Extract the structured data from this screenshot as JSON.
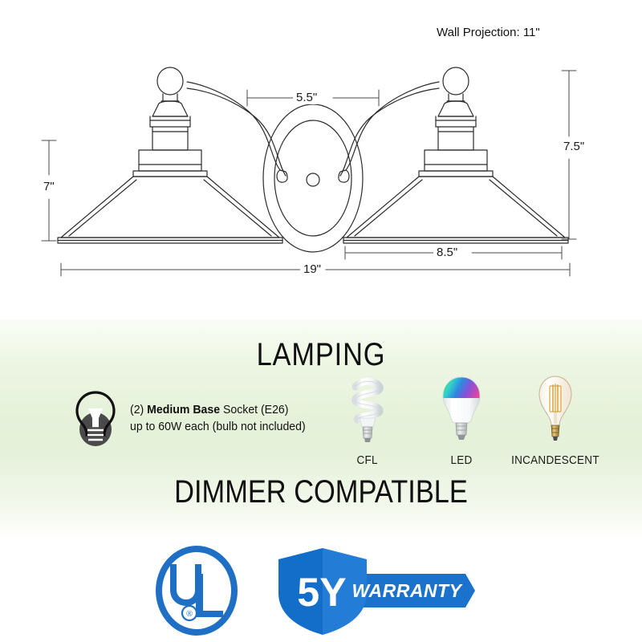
{
  "dimensions": {
    "wall_projection": "Wall Projection: 11\"",
    "labels": {
      "center_span": "5.5\"",
      "shade_height": "7\"",
      "fixture_height": "7.5\"",
      "shade_width": "8.5\"",
      "total_width": "19\""
    }
  },
  "lamping": {
    "title": "LAMPING",
    "dimmer_title": "DIMMER COMPATIBLE",
    "socket": {
      "icon": "lightbulb-icon",
      "line1_prefix": "(2) ",
      "line1_strong": "Medium Base",
      "line1_suffix": " Socket (E26)",
      "line2": "up to 60W each (bulb not included)"
    },
    "bulbs": [
      {
        "label": "CFL",
        "icon": "cfl-bulb-icon"
      },
      {
        "label": "LED",
        "icon": "led-bulb-icon"
      },
      {
        "label": "INCANDESCENT",
        "icon": "incandescent-bulb-icon"
      }
    ]
  },
  "badges": {
    "ul": {
      "name": "ul-listed-badge",
      "letters": "UL",
      "registered": "®"
    },
    "warranty": {
      "name": "warranty-badge",
      "years": "5Y",
      "text": "WARRANTY"
    }
  },
  "colors": {
    "line": "#2b2b2b",
    "badge_blue": "#1f6fc4",
    "shield_blue": "#1673cf",
    "shield_blue_dark": "#0f5fb5",
    "green_top": "#fafdf6",
    "green_mid": "#e5f1d9"
  }
}
